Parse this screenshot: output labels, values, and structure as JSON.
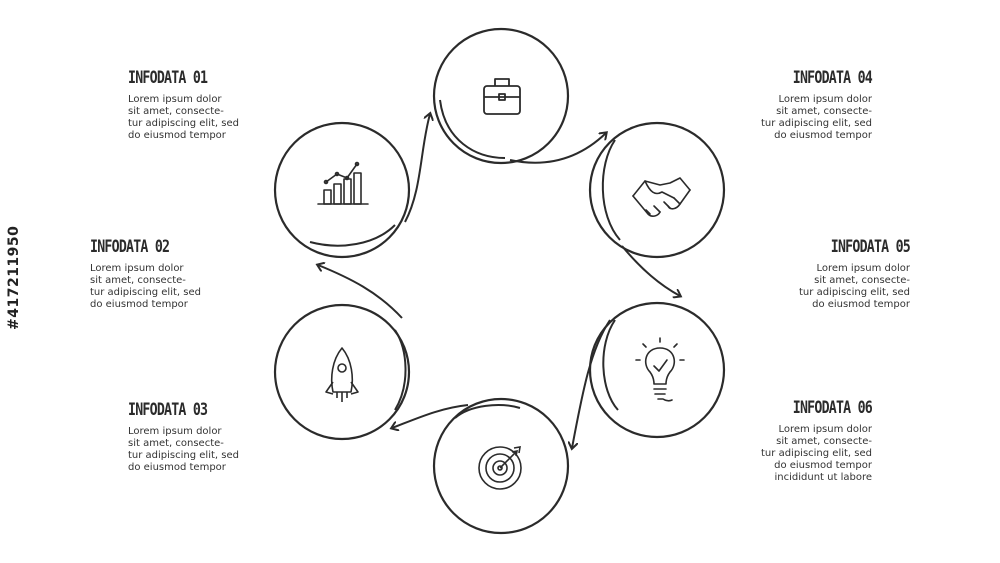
{
  "diagram": {
    "nodes": [
      {
        "id": "1",
        "title": "INFODATA 01",
        "text": [
          "Lorem ipsum dolor",
          "sit amet, consecte-",
          "tur adipiscing elit, sed",
          "do eiusmod tempor"
        ],
        "icon": "bar-chart-icon"
      },
      {
        "id": "2",
        "title": "INFODATA 02",
        "text": [
          "Lorem ipsum dolor",
          "sit amet, consecte-",
          "tur adipiscing elit, sed",
          "do eiusmod tempor"
        ],
        "icon": "rocket-icon"
      },
      {
        "id": "3",
        "title": "INFODATA 03",
        "text": [
          "Lorem ipsum dolor",
          "sit amet, consecte-",
          "tur adipiscing elit, sed",
          "do eiusmod tempor"
        ],
        "icon": "target-icon"
      },
      {
        "id": "4",
        "title": "INFODATA 04",
        "text": [
          "Lorem ipsum dolor",
          "sit amet, consecte-",
          "tur adipiscing elit, sed",
          "do eiusmod tempor"
        ],
        "icon": "briefcase-icon"
      },
      {
        "id": "5",
        "title": "INFODATA 05",
        "text": [
          "Lorem ipsum dolor",
          "sit amet, consecte-",
          "tur adipiscing elit, sed",
          "do eiusmod tempor"
        ],
        "icon": "handshake-icon"
      },
      {
        "id": "6",
        "title": "INFODATA 06",
        "text": [
          "Lorem ipsum dolor",
          "sit amet, consecte-",
          "tur adipiscing elit, sed",
          "do eiusmod tempor",
          "incididunt ut labore"
        ],
        "icon": "lightbulb-icon"
      }
    ],
    "colors": {
      "stroke": "#2b2b2b",
      "background": "#ffffff"
    }
  },
  "watermark": {
    "id_text": "#417211950"
  }
}
